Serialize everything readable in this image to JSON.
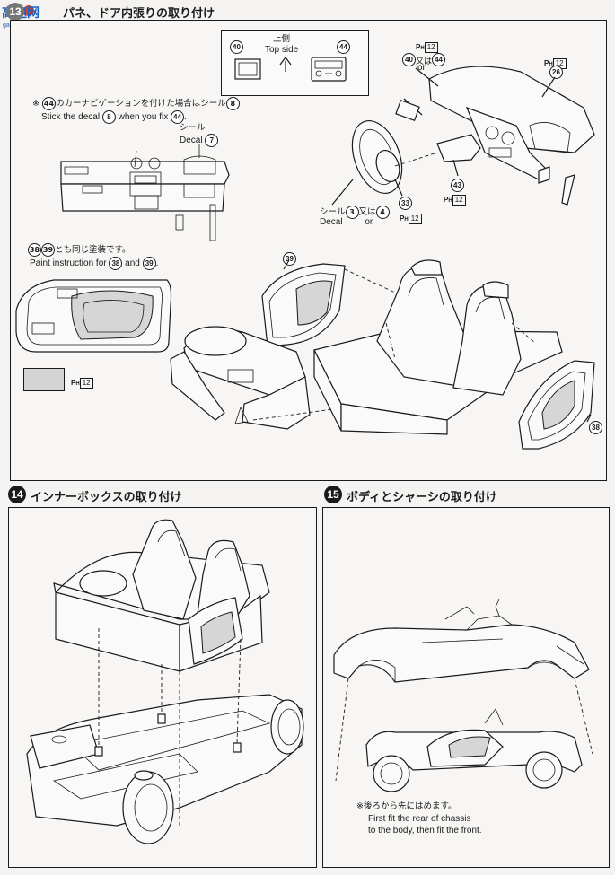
{
  "step13": {
    "number": "13",
    "title": "パネ、ドア内張りの取り付け",
    "top_side_jp": "上側",
    "top_side_en": "Top side",
    "part40": "40",
    "part44": "44",
    "pr12_a": "12",
    "or_jp": "又は",
    "or_en": "or",
    "part40b": "40",
    "part44b": "44",
    "part26": "26",
    "note_jp_prefix": "※",
    "note_part": "44",
    "note_jp": "のカーナビゲーションを付けた場合はシール",
    "note_decal": "8",
    "note_en_a": "Stick the decal",
    "note_en_b": "when you fix",
    "decal_jp": "シール",
    "decal_en": "Decal",
    "decal7": "7",
    "decal3": "3",
    "decal4": "4",
    "part33": "33",
    "part43": "43",
    "paint_jp": "とも同じ塗装です。",
    "paint_en": "Paint instruction for",
    "paint_and": "and",
    "part38": "38",
    "part39": "39",
    "swatch_code": "12"
  },
  "step14": {
    "number": "14",
    "title": "インナーボックスの取り付け"
  },
  "step15": {
    "number": "15",
    "title": "ボディとシャーシの取り付け",
    "note_jp": "※後ろから先にはめます。",
    "note_en1": "First fit the rear of chassis",
    "note_en2": "to the body, then fit the front."
  },
  "logo_text": "高速网",
  "logo_sub": "gao-shan.com"
}
